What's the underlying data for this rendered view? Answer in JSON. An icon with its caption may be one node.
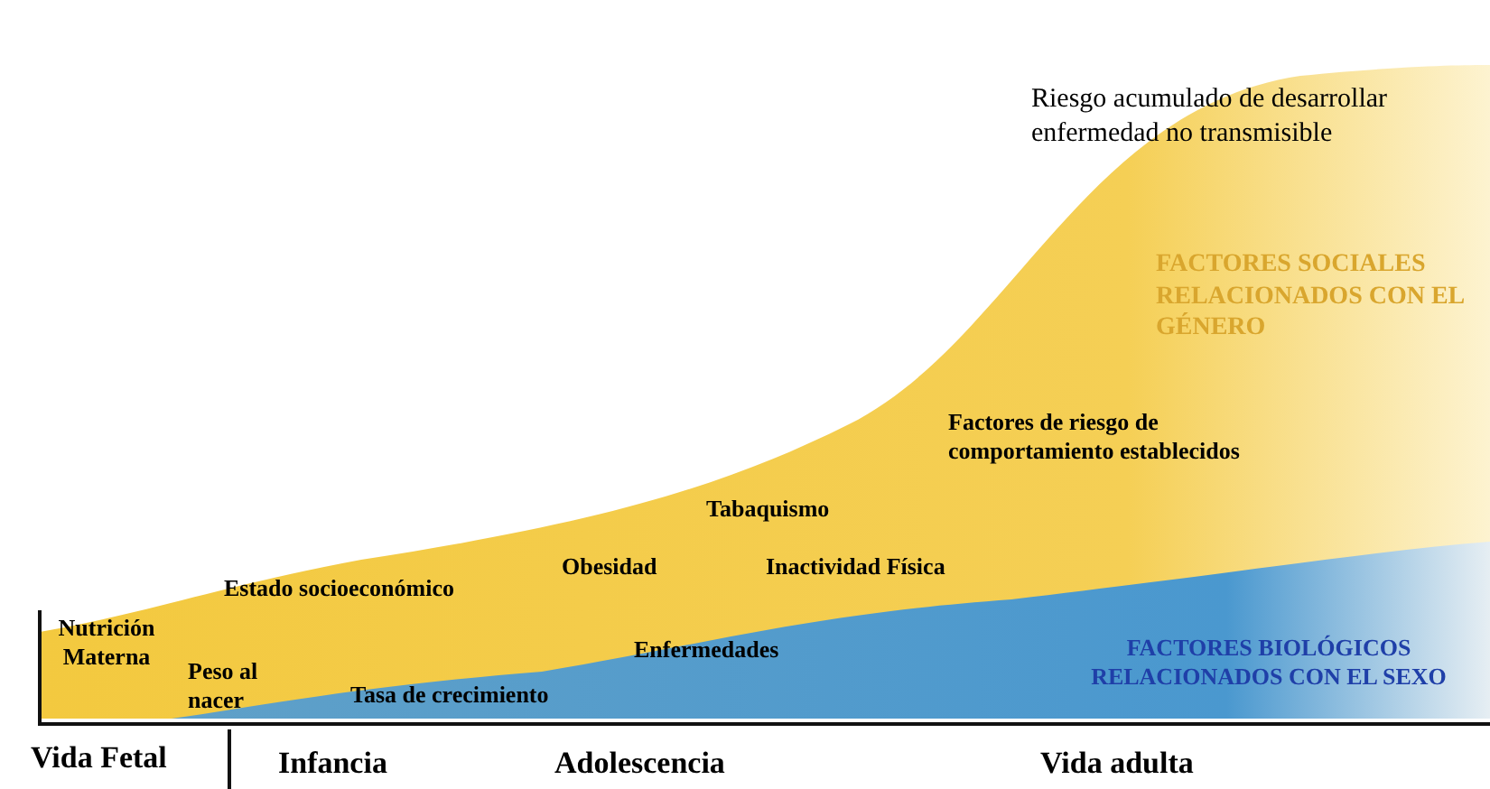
{
  "diagram": {
    "labels": [
      "Riesgo acumulado de desarrollar enfermedad no transmisible",
      "FACTORES SOCIALES RELACIONADOS CON EL GÉNERO",
      "Factores de riesgo de comportamiento establecidos",
      "Tabaquismo",
      "Estado socioeconómico",
      "Obesidad",
      "Inactividad Física",
      "Nutrición Materna",
      "FACTORES BIOLÓGICOS RELACIONADOS CON EL SEXO",
      "Enfermedades",
      "Peso al nacer",
      "Tasa de crecimiento",
      "Vida Fetal",
      "Infancia",
      "Adolescencia",
      "Vida adulta"
    ]
  }
}
